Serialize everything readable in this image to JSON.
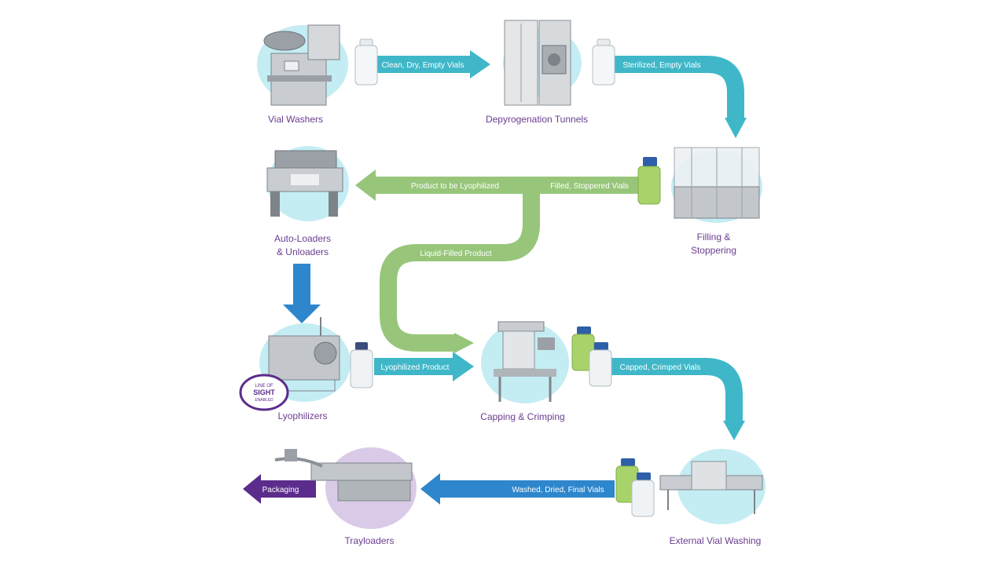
{
  "colors": {
    "teal": "#3fb7c9",
    "teal_light": "#c4ecf3",
    "green": "#97c67a",
    "blue": "#2e86cc",
    "purple": "#5b2c8c",
    "purple_light": "#d9cbe8",
    "machine": "#b9bdc2",
    "machine_dark": "#7d8389",
    "label": "#6a3d8f"
  },
  "stages": {
    "vial_washers": "Vial Washers",
    "depyrogenation": "Depyrogenation Tunnels",
    "filling_line1": "Filling &",
    "filling_line2": "Stoppering",
    "autoloaders_line1": "Auto-Loaders",
    "autoloaders_line2": "& Unloaders",
    "lyophilizers": "Lyophilizers",
    "capping": "Capping & Crimping",
    "external_washing": "External Vial Washing",
    "trayloaders": "Trayloaders"
  },
  "arrows": {
    "clean_dry_empty": "Clean, Dry, Empty Vials",
    "sterilized_empty": "Sterilized, Empty Vials",
    "filled_stoppered": "Filled, Stoppered Vials",
    "to_be_lyophilized": "Product to be Lyophilized",
    "liquid_filled": "Liquid-Filled Product",
    "lyophilized_product": "Lyophilized Product",
    "capped_crimped": "Capped, Crimped Vials",
    "washed_dried_final": "Washed, Dried, Final Vials",
    "packaging": "Packaging"
  },
  "badge": {
    "line1": "LINE OF",
    "line2": "SIGHT",
    "line3": "ENABLED"
  }
}
